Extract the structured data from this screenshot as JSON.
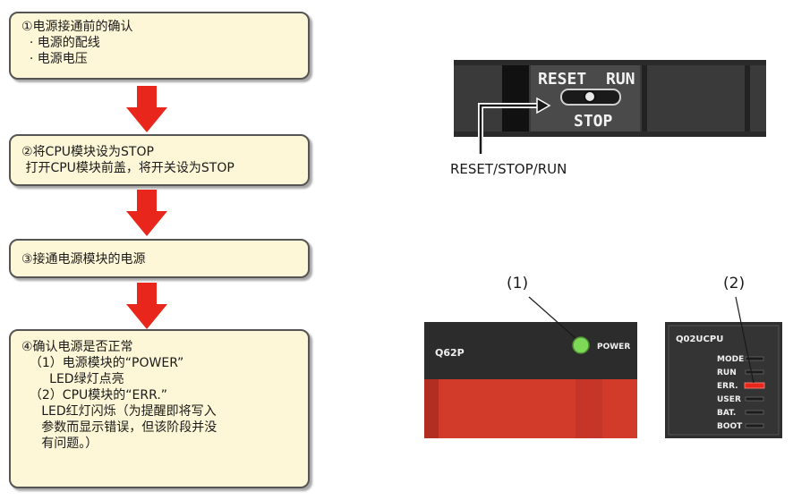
{
  "steps": [
    {
      "lines": [
        "①电源接通前的确认",
        "  · 电源的配线",
        "  · 电源电压"
      ]
    },
    {
      "lines": [
        "②将CPU模块设为STOP",
        " 打开CPU模块前盖，将开关设为STOP"
      ]
    },
    {
      "lines": [
        "③接通电源模块的电源"
      ]
    },
    {
      "lines": [
        "④确认电源是否正常",
        "  （1）电源模块的“POWER”",
        "       LED绿灯点亮",
        "  （2）CPU模块的“ERR.”",
        "     LED红灯闪烁（为提醒即将写入",
        "     参数而显示错误，但该阶段并没",
        "     有问题。）"
      ]
    }
  ],
  "switch": {
    "reset": "RESET",
    "run": "RUN",
    "stop": "STOP",
    "caption": "RESET/STOP/RUN"
  },
  "power_module": {
    "model": "Q62P",
    "led_label": "POWER",
    "callout": "(1)"
  },
  "cpu_module": {
    "model": "Q02UCPU",
    "leds": [
      "MODE",
      "RUN",
      "ERR.",
      "USER",
      "BAT.",
      "BOOT"
    ],
    "callout": "(2)"
  },
  "colors": {
    "step_fill": "#fdf7d7",
    "arrow_red": "#e8261c",
    "power_led_green": "#7ed957",
    "err_led_red": "#e8261c",
    "module_red": "#d23a2a"
  }
}
